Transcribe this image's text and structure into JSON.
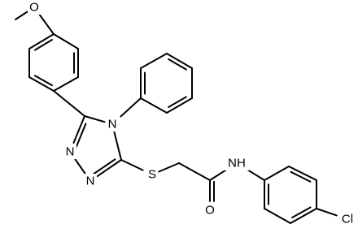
{
  "molecule": {
    "atoms": {
      "methoxy_o": "O",
      "triazole_n4": "N",
      "triazole_n1": "N",
      "triazole_n2": "N",
      "thioether_s": "S",
      "amide_nh": "NH",
      "carbonyl_o": "O",
      "chlorine": "Cl"
    }
  }
}
